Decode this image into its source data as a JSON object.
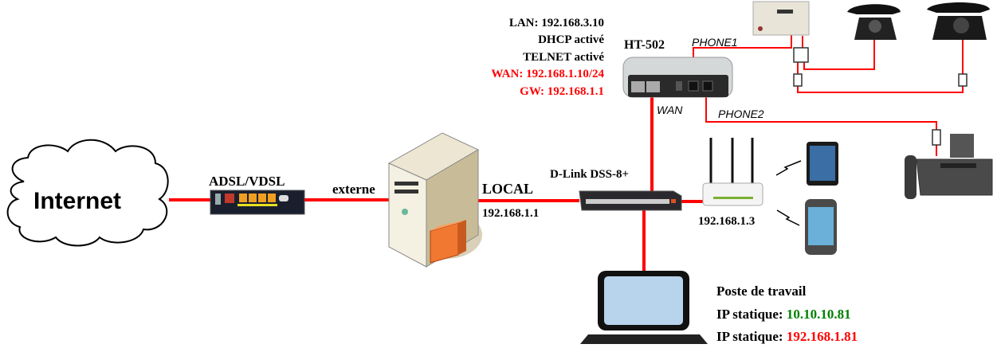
{
  "diagram": {
    "internet": {
      "label": "Internet"
    },
    "modem": {
      "label": "ADSL/VDSL"
    },
    "server": {
      "wan_label": "externe",
      "lan_label": "LOCAL",
      "lan_ip": "192.168.1.1"
    },
    "switch": {
      "label": "D-Link DSS-8+"
    },
    "ata": {
      "label": "HT-502",
      "config": {
        "lan": "LAN: 192.168.3.10",
        "dhcp": "DHCP activé",
        "telnet": "TELNET activé",
        "wan": "WAN: 192.168.1.10/24",
        "gw": "GW: 192.168.1.1"
      },
      "port_wan": "WAN",
      "port_phone1": "PHONE1",
      "port_phone2": "PHONE2"
    },
    "wifi_router": {
      "ip": "192.168.1.3"
    },
    "workstation": {
      "title": "Poste de travail",
      "ip1_label": "IP statique:",
      "ip1_value": "10.10.10.81",
      "ip2_label": "IP statique:",
      "ip2_value": "192.168.1.81"
    },
    "colors": {
      "link": "#ff0000",
      "ip_green": "#008000",
      "ip_red": "#ff0000"
    }
  }
}
